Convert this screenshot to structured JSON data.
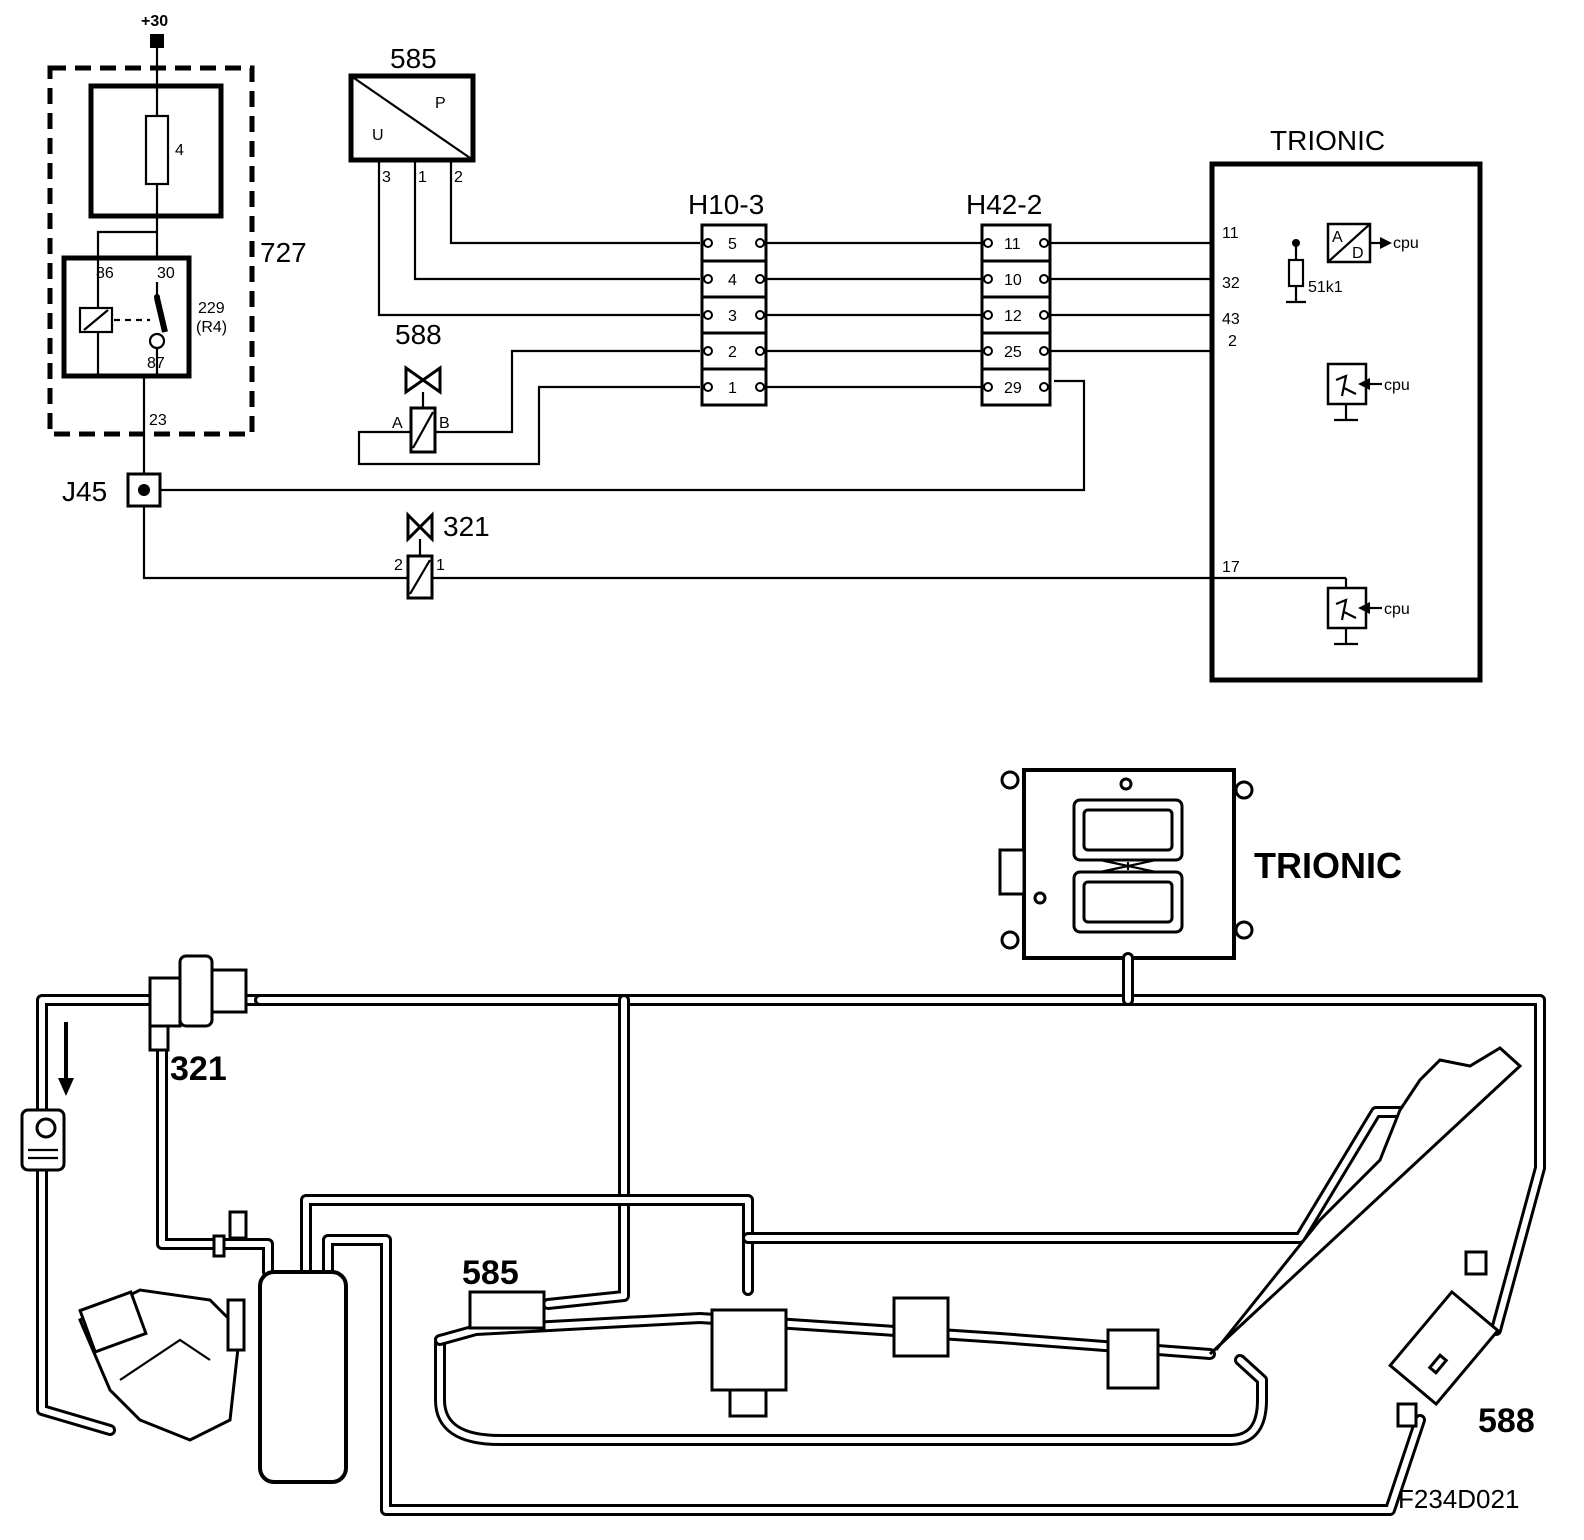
{
  "supply": {
    "label": "+30"
  },
  "relay_box": {
    "id": "727",
    "fuse_number": "4",
    "relay_id": "229",
    "relay_sub": "(R4)",
    "pins": {
      "p86": "86",
      "p30": "30",
      "p87": "87"
    },
    "output_wire": "23"
  },
  "junction": {
    "id": "J45"
  },
  "sensor_585": {
    "id": "585",
    "label_u": "U",
    "label_p": "P",
    "pins": [
      "3",
      "1",
      "2"
    ]
  },
  "valve_588": {
    "id": "588",
    "pin_a": "A",
    "pin_b": "B"
  },
  "valve_321": {
    "id": "321",
    "pin_2": "2",
    "pin_1": "1"
  },
  "connector_h10": {
    "id": "H10-3",
    "pins": [
      "5",
      "4",
      "3",
      "2",
      "1"
    ]
  },
  "connector_h42": {
    "id": "H42-2",
    "pins": [
      "11",
      "10",
      "12",
      "25",
      "29"
    ]
  },
  "ecu": {
    "title": "TRIONIC",
    "pins": [
      "11",
      "32",
      "43",
      "2",
      "17"
    ],
    "resistor": "51k1",
    "adc_a": "A",
    "adc_d": "D",
    "cpu": "cpu"
  },
  "physical": {
    "ecu_label": "TRIONIC",
    "label_321": "321",
    "label_585": "585",
    "label_588": "588",
    "figure_code": "F234D021"
  }
}
